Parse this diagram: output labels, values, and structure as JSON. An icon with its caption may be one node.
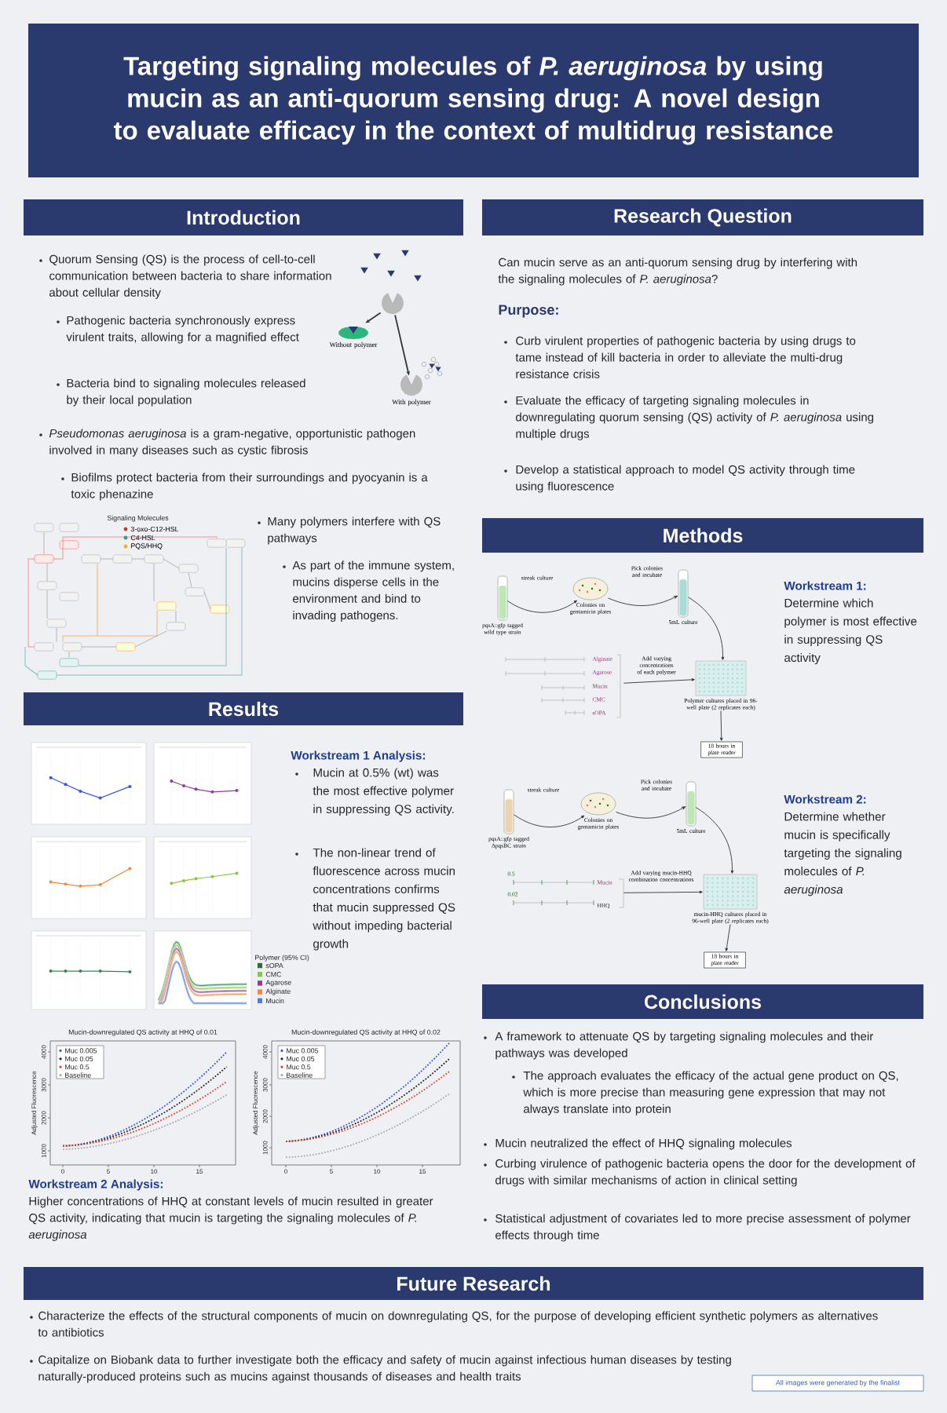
{
  "diagram": {
    "nodes": [
      {
        "text": [
          "Targeting signaling molecules of *P. aeruginosa* by using mucin as an anti-quorum sensing drug: A novel design to evaluate efficacy in the context of multidrug resistance"
        ]
      },
      {
        "text": [
          "Introduction"
        ]
      },
      {
        "text": [
          "Research Question"
        ]
      },
      {
        "text": [
          "Methods"
        ]
      },
      {
        "text": [
          "Results"
        ]
      },
      {
        "text": [
          "Conclusions"
        ]
      },
      {
        "text": [
          "Future Research"
        ]
      },
      {
        "text": [
          "All images were generated by the finalist"
        ]
      },
      {
        "text": [],
        "shape": "picture",
        "beside": [
          "pqsA::gfp tagged wild type strain"
        ]
      },
      {
        "text": [],
        "shape": "picture",
        "beside": [
          "Colonies on gentamicin plates"
        ]
      },
      {
        "text": [],
        "shape": "picture",
        "beside": [
          "5mL culture"
        ]
      },
      {
        "text": [],
        "shape": "picture",
        "beside": [
          "Polymer cultures placed in 96-well plate (2 replicates each)"
        ]
      },
      {
        "text": [
          "18 hours in plate reader"
        ]
      },
      {
        "text": [],
        "shape": "picture",
        "beside": [
          "pqsA::gfp tagged ΔpqsBC strain"
        ]
      },
      {
        "text": [],
        "shape": "picture",
        "beside": [
          "Colonies on gentamicin plates"
        ]
      },
      {
        "text": [],
        "shape": "picture",
        "beside": [
          "5mL culture"
        ]
      },
      {
        "text": [],
        "shape": "picture",
        "beside": [
          "mucin-HHQ cultures placed in 96-well plate (2 replicates each)"
        ]
      },
      {
        "text": [
          "18 hours in plate reader"
        ]
      },
      {
        "text": [],
        "shape": "picture"
      },
      {
        "text": [],
        "shape": "picture",
        "beside": [
          "Without polymer"
        ]
      },
      {
        "text": [],
        "shape": "picture",
        "beside": [
          "With polymer"
        ]
      },
      {
        "text": [],
        "shape": "picture"
      },
      {
        "text": [],
        "shape": "picture"
      }
    ],
    "edges": [
      {
        "from": 8,
        "to": 9,
        "arrow": "to",
        "label": "streak culture"
      },
      {
        "from": 9,
        "to": 10,
        "arrow": "to",
        "label": "Pick colonies and incubate"
      },
      {
        "from": 10,
        "to": 11,
        "arrow": "to"
      },
      {
        "from": 21,
        "to": 11,
        "arrow": "to",
        "label": "Add varying concentrations of each polymer"
      },
      {
        "from": 11,
        "to": 12,
        "arrow": "to"
      },
      {
        "from": 13,
        "to": 14,
        "arrow": "to",
        "label": "streak culture"
      },
      {
        "from": 14,
        "to": 15,
        "arrow": "to",
        "label": "Pick colonies and incubate"
      },
      {
        "from": 15,
        "to": 16,
        "arrow": "to"
      },
      {
        "from": 22,
        "to": 16,
        "arrow": "to",
        "label": "Add varying mucin-HHQ combination concentrations"
      },
      {
        "from": 16,
        "to": 17,
        "arrow": "to"
      },
      {
        "from": 18,
        "to": 19,
        "arrow": "to"
      },
      {
        "from": 18,
        "to": 20,
        "arrow": "to"
      }
    ],
    "labels": [
      "Quorum Sensing (QS) is the process of cell-to-cell communication between bacteria to share information about cellular density",
      "Pathogenic bacteria synchronously express virulent traits, allowing for a magnified effect",
      "Bacteria bind to signaling molecules released by their local population",
      "*Pseudomonas aeruginosa* is a gram-negative, opportunistic pathogen involved in many diseases such as cystic fibrosis",
      "Biofilms protect bacteria from their surroundings and pyocyanin is a toxic phenazine",
      "Signaling Molecules",
      "Many polymers interfere with QS pathways",
      "As part of the immune system, mucins disperse cells in the environment and bind to invading pathogens.",
      "Can mucin serve as an anti-quorum sensing drug by interfering with the signaling molecules of *P. aeruginosa*?",
      "Purpose:",
      "Curb virulent properties of pathogenic bacteria by using drugs to tame instead of kill bacteria in order to alleviate the multi-drug resistance crisis",
      "Evaluate the efficacy of targeting signaling molecules in downregulating quorum sensing (QS) activity of *P. aeruginosa* using multiple drugs",
      "Develop a statistical approach to model QS activity through time using fluorescence",
      "Alginate",
      "Agarose",
      "Mucin",
      "CMC",
      "sOPA",
      "Workstream 1:",
      "Determine which polymer is most effective in suppressing QS activity",
      "0.5",
      "0.02",
      "Mucin",
      "HHQ",
      "Workstream 2:",
      "Determine whether mucin is specifically targeting the signaling molecules of *P. aeruginosa*",
      "Workstream 1 Analysis:",
      "Mucin at 0.5% (wt) was the most effective polymer in suppressing QS activity.",
      "The non-linear trend of fluorescence across mucin concentrations confirms that mucin suppressed QS without impeding bacterial growth",
      "Polymer (95% CI)",
      "sOPA",
      "CMC",
      "Agarose",
      "Alginate",
      "Mucin",
      "Mucin-downregulated QS activity at HHQ of 0.01",
      "Adjusted Fluorescence",
      "Muc 0.005",
      "Muc 0.05",
      "Muc 0.5",
      "Baseline",
      "1000",
      "2000",
      "3000",
      "4000",
      "0",
      "5",
      "10",
      "15",
      "Mucin-downregulated QS activity at HHQ of 0.02",
      "Adjusted Fluorescence",
      "Muc 0.005",
      "Muc 0.05",
      "Muc 0.5",
      "Baseline",
      "1000",
      "2000",
      "3000",
      "4000",
      "0",
      "5",
      "10",
      "15",
      "Workstream 2 Analysis:",
      "Higher concentrations of HHQ at constant levels of mucin resulted in greater QS activity, indicating that mucin is targeting the signaling molecules of *P. aeruginosa*",
      "A framework to attenuate QS by targeting signaling molecules and their pathways was developed",
      "The approach evaluates the efficacy of the actual gene product on QS, which is more precise than measuring gene expression that may not always translate into protein",
      "Mucin neutralized the effect of HHQ signaling molecules",
      "Curbing virulence of pathogenic bacteria opens the door for the development of drugs with similar mechanisms of action in clinical setting",
      "Statistical adjustment of covariates led to more precise assessment of polymer effects through time",
      "Characterize the effects of the structural components of mucin on downregulating QS, for the purpose of developing efficient synthetic polymers as alternatives to antibiotics",
      "Capitalize on Biobank data to further investigate both the efficacy and safety of mucin against infectious human diseases by testing naturally-produced proteins such as mucins against thousands of diseases and health traits"
    ],
    "legend": [
      {
        "text": "3-oxo-C12-HSL",
        "color": "#c0392b"
      },
      {
        "text": "C4-HSL",
        "color": "#2a9d8f"
      },
      {
        "text": "PQS/HHQ",
        "color": "#e6b325"
      }
    ]
  }
}
